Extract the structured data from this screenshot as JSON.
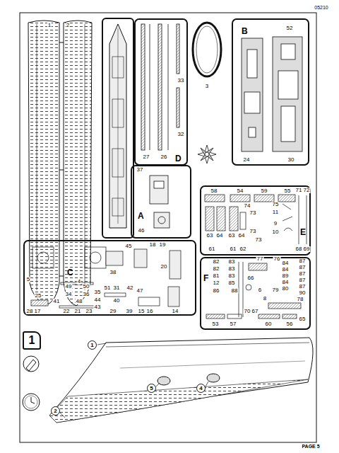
{
  "diagram": {
    "nodes": [
      {
        "text": [
          "D"
        ]
      },
      {
        "text": [
          "B"
        ]
      },
      {
        "text": [
          "A"
        ]
      },
      {
        "text": [
          "E"
        ]
      },
      {
        "text": [
          "C"
        ]
      },
      {
        "text": [
          "F"
        ]
      },
      {
        "text": [
          "1"
        ]
      },
      {
        "text": [
          "1"
        ]
      },
      {
        "text": [
          "2"
        ]
      },
      {
        "text": [
          "5"
        ]
      },
      {
        "text": [
          "4"
        ]
      }
    ],
    "labels": [
      "05210",
      "1",
      "2",
      "27",
      "26",
      "33",
      "32",
      "3",
      "52",
      "24",
      "30",
      "37",
      "46",
      "58",
      "54",
      "59",
      "55",
      "71",
      "72",
      "74",
      "73",
      "75",
      "11",
      "9",
      "10",
      "73",
      "73",
      "63",
      "64",
      "63",
      "64",
      "61",
      "61",
      "62",
      "68",
      "69",
      "5",
      "4",
      "38",
      "45",
      "18",
      "19",
      "20",
      "25",
      "28",
      "17",
      "49",
      "50",
      "35",
      "34",
      "36",
      "44",
      "41",
      "48",
      "43",
      "22",
      "21",
      "23",
      "51",
      "31",
      "42",
      "40",
      "29",
      "39",
      "47",
      "15",
      "16",
      "14",
      "82",
      "83",
      "83",
      "83",
      "82",
      "81",
      "12",
      "85",
      "86",
      "88",
      "77",
      "76",
      "84",
      "84",
      "89",
      "84",
      "80",
      "79",
      "87",
      "87",
      "87",
      "87",
      "87",
      "90",
      "66",
      "6",
      "70",
      "67",
      "8",
      "78",
      "53",
      "57",
      "60",
      "56",
      "65",
      "PAGE 5"
    ]
  }
}
